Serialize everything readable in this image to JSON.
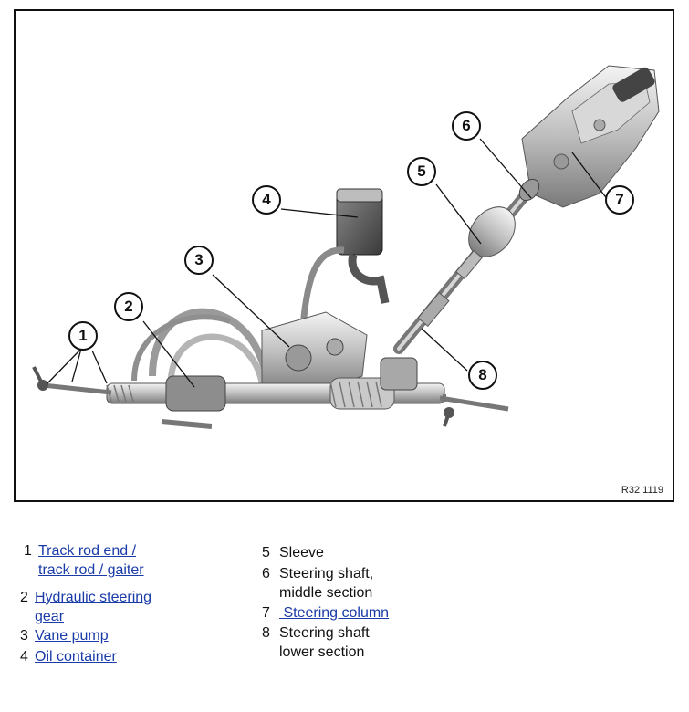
{
  "figure": {
    "ref_code": "R32 1119",
    "callouts": [
      "1",
      "2",
      "3",
      "4",
      "5",
      "6",
      "7",
      "8"
    ]
  },
  "legend": [
    {
      "num": "1",
      "lines": [
        "Track rod end /",
        "track rod / gaiter"
      ],
      "link": true
    },
    {
      "num": "2",
      "lines": [
        "Hydraulic steering",
        "gear"
      ],
      "link": true
    },
    {
      "num": "3",
      "lines": [
        "Vane pump"
      ],
      "link": true
    },
    {
      "num": "4",
      "lines": [
        "Oil container"
      ],
      "link": true
    },
    {
      "num": "5",
      "lines": [
        "Sleeve"
      ],
      "link": false
    },
    {
      "num": "6",
      "lines": [
        "Steering shaft,",
        "middle section"
      ],
      "link": false
    },
    {
      "num": "7",
      "lines": [
        " Steering column"
      ],
      "link": true
    },
    {
      "num": "8",
      "lines": [
        "Steering shaft",
        "lower section"
      ],
      "link": false
    }
  ],
  "colors": {
    "link": "#1a3ba8",
    "ink": "#111111"
  }
}
